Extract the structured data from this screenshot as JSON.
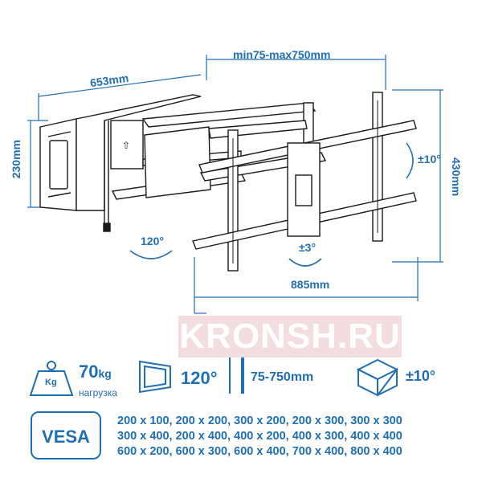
{
  "dimensions": {
    "width_top": "min75-max750mm",
    "depth_top": "653mm",
    "left_height": "230mm",
    "right_height": "430mm",
    "bottom_width": "885mm",
    "tilt": "±10°",
    "swivel": "120°",
    "rotation": "±3°"
  },
  "watermark": "KRONSH.RU",
  "specs": {
    "load_unit_icon": "Kg",
    "load_value": "70",
    "load_unit": "kg",
    "load_caption": "нагрузка",
    "swivel_value": "120°",
    "distance_value": "75-750mm",
    "tilt_value": "±10°"
  },
  "vesa": {
    "badge": "VESA",
    "rows": [
      "200 x 100, 200 x 200, 300 x 200, 200 x 300, 300 x 300",
      "300 x 400, 200 x 400, 400 x 200, 400 x 300, 400 x 400",
      "600 x 200, 600 x 300, 600 x 400, 700 x 400, 800 x 400"
    ]
  },
  "colors": {
    "accent": "#1f6fb2",
    "line": "#1a1a1a",
    "watermark_bg": "#f3dde0"
  }
}
